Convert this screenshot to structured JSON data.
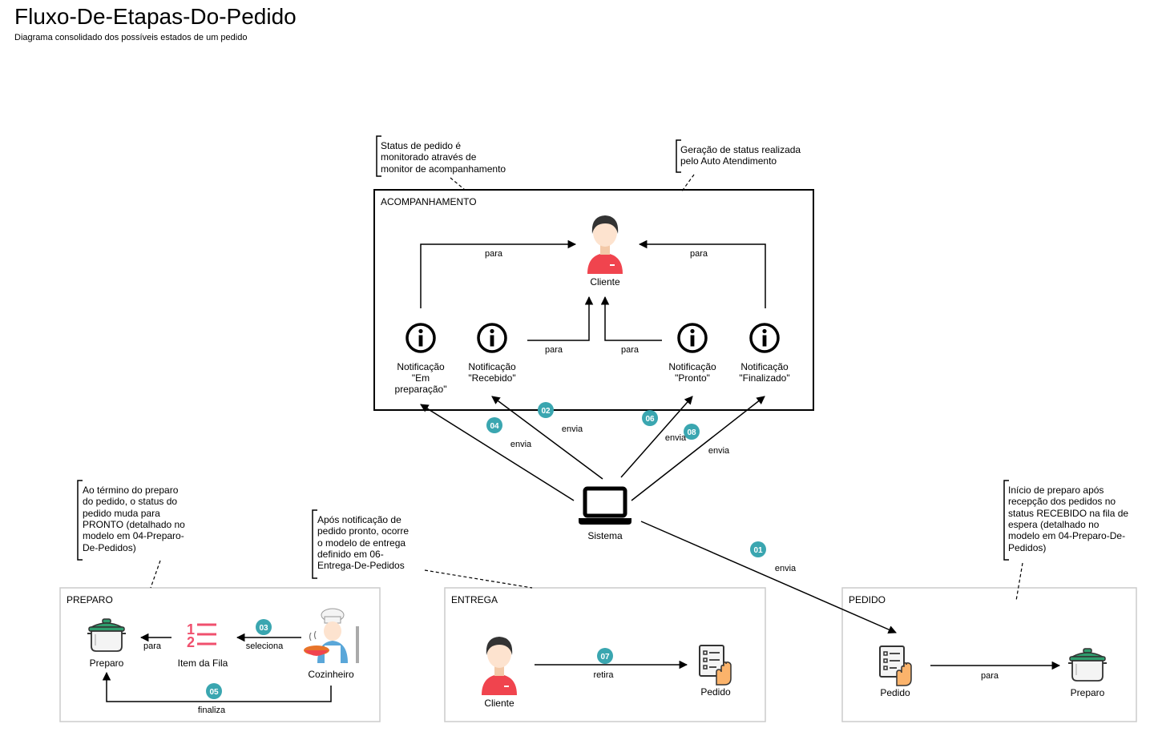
{
  "header": {
    "title": "Fluxo-De-Etapas-Do-Pedido",
    "subtitle": "Diagrama consolidado dos possíveis estados de um pedido"
  },
  "containers": {
    "acompanhamento": "ACOMPANHAMENTO",
    "preparo": "PREPARO",
    "entrega": "ENTREGA",
    "pedido": "PEDIDO"
  },
  "notes": {
    "acompanhamento": [
      "Status de pedido é",
      "monitorado através de",
      "monitor de acompanhamento"
    ],
    "geracao": [
      "Geração de status realizada",
      "pelo Auto Atendimento"
    ],
    "preparo": [
      "Ao término do preparo",
      "do pedido, o status do",
      "pedido muda para",
      "PRONTO (detalhado no",
      "modelo em 04-Preparo-",
      "De-Pedidos)"
    ],
    "entrega": [
      "Após notificação de",
      "pedido pronto, ocorre",
      "o modelo de entrega",
      "definido em 06-",
      "Entrega-De-Pedidos"
    ],
    "pedido": [
      "Início de preparo após",
      "recepção dos pedidos no",
      "status RECEBIDO na fila de",
      "espera (detalhado no",
      "modelo em 04-Preparo-De-",
      "Pedidos)"
    ]
  },
  "nodes": {
    "cliente_top": "Cliente",
    "notif_em_preparacao": [
      "Notificação",
      "\"Em",
      "preparação\""
    ],
    "notif_recebido": [
      "Notificação",
      "\"Recebido\""
    ],
    "notif_pronto": [
      "Notificação",
      "\"Pronto\""
    ],
    "notif_finalizado": [
      "Notificação",
      "\"Finalizado\""
    ],
    "sistema": "Sistema",
    "preparo_left": "Preparo",
    "item_fila": "Item da Fila",
    "cozinheiro": "Cozinheiro",
    "cliente_entrega": "Cliente",
    "pedido_entrega": "Pedido",
    "pedido_right": "Pedido",
    "preparo_right": "Preparo",
    "fila_numbers": [
      "1",
      "2"
    ]
  },
  "edges": {
    "para": "para",
    "envia": "envia",
    "seleciona": "seleciona",
    "finaliza": "finaliza",
    "retira": "retira"
  },
  "steps": [
    "01",
    "02",
    "03",
    "04",
    "05",
    "06",
    "07",
    "08"
  ],
  "colors": {
    "badge": "#3aa6b0",
    "person_shirt": "#f0444e",
    "person_hair": "#333333",
    "skin": "#fde3cf",
    "pot": "#2f9e6e",
    "list_pink": "#f0506e"
  },
  "icons": {
    "person": "person-icon",
    "info": "info-icon",
    "laptop": "laptop-icon",
    "pot": "pot-icon",
    "list": "numbered-list-icon",
    "chef": "chef-icon",
    "order": "order-hand-icon"
  }
}
